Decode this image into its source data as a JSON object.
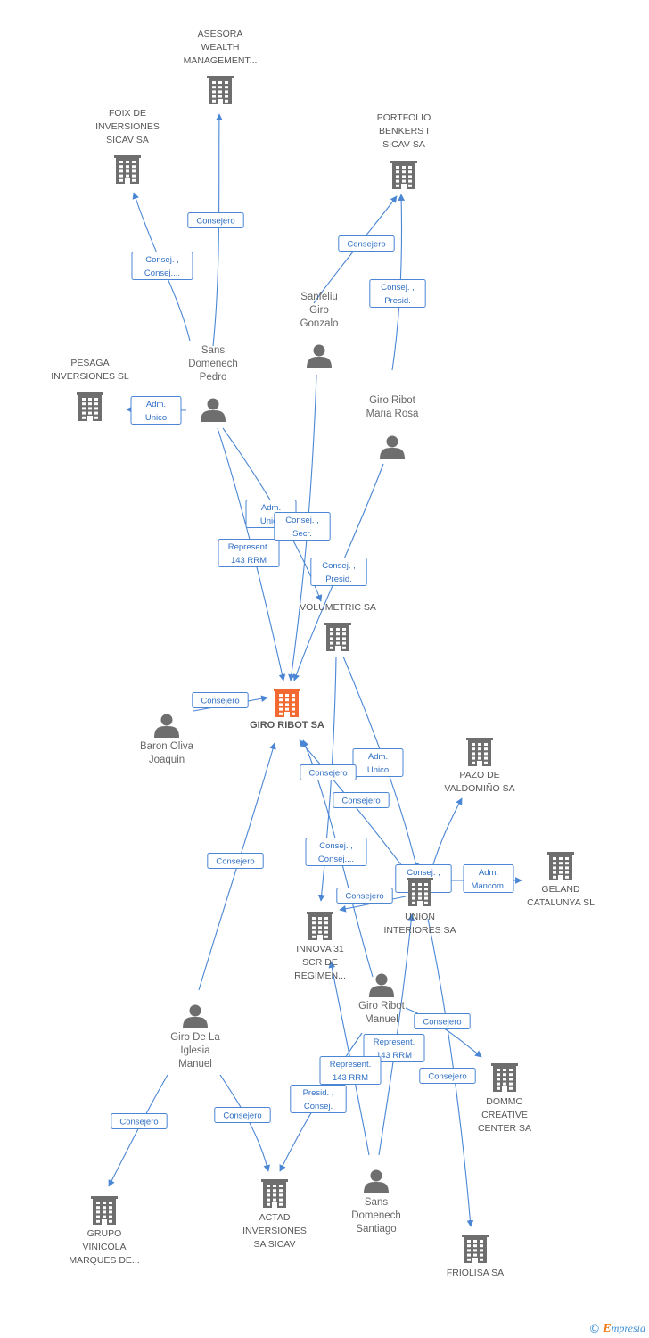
{
  "colors": {
    "edge": "#4a86d4",
    "node": "#6e6e6e",
    "focus": "#f26a32",
    "badge_text": "#2f6fc4"
  },
  "nodes": [
    {
      "id": "asesora",
      "kind": "company",
      "lines": [
        "ASESORA",
        "WEALTH",
        "MANAGEMENT..."
      ]
    },
    {
      "id": "foix",
      "kind": "company",
      "lines": [
        "FOIX DE",
        "INVERSIONES",
        "SICAV SA"
      ]
    },
    {
      "id": "portfolio",
      "kind": "company",
      "lines": [
        "PORTFOLIO",
        "BENKERS I",
        "SICAV SA"
      ]
    },
    {
      "id": "sanfeliu",
      "kind": "person",
      "lines": [
        "Sanfeliu",
        "Giro",
        "Gonzalo"
      ]
    },
    {
      "id": "pesaga",
      "kind": "company",
      "lines": [
        "PESAGA",
        "INVERSIONES SL"
      ]
    },
    {
      "id": "sans_pedro",
      "kind": "person",
      "lines": [
        "Sans",
        "Domenech",
        "Pedro"
      ]
    },
    {
      "id": "maria_rosa",
      "kind": "person",
      "lines": [
        "Giro Ribot",
        "Maria Rosa"
      ]
    },
    {
      "id": "volumetric",
      "kind": "company",
      "lines": [
        "VOLUMETRIC SA"
      ]
    },
    {
      "id": "giro_ribot_sa",
      "kind": "focus",
      "lines": [
        "GIRO RIBOT SA"
      ]
    },
    {
      "id": "baron",
      "kind": "person",
      "lines": [
        "Baron Oliva",
        "Joaquin"
      ]
    },
    {
      "id": "pazo",
      "kind": "company",
      "lines": [
        "PAZO DE",
        "VALDOMIÑO SA"
      ]
    },
    {
      "id": "geland",
      "kind": "company",
      "lines": [
        "GELAND",
        "CATALUNYA SL"
      ]
    },
    {
      "id": "union",
      "kind": "company",
      "lines": [
        "UNION",
        "INTERIORES SA"
      ]
    },
    {
      "id": "innova",
      "kind": "company",
      "lines": [
        "INNOVA 31",
        "SCR DE",
        "REGIMEN..."
      ]
    },
    {
      "id": "manuel",
      "kind": "person",
      "lines": [
        "Giro Ribot",
        "Manuel"
      ]
    },
    {
      "id": "iglesia",
      "kind": "person",
      "lines": [
        "Giro De La",
        "Iglesia",
        "Manuel"
      ]
    },
    {
      "id": "dommo",
      "kind": "company",
      "lines": [
        "DOMMO",
        "CREATIVE",
        "CENTER SA"
      ]
    },
    {
      "id": "grupo",
      "kind": "company",
      "lines": [
        "GRUPO",
        "VINICOLA",
        "MARQUES DE..."
      ]
    },
    {
      "id": "actad",
      "kind": "company",
      "lines": [
        "ACTAD",
        "INVERSIONES",
        "SA SICAV"
      ]
    },
    {
      "id": "santiago",
      "kind": "person",
      "lines": [
        "Sans",
        "Domenech",
        "Santiago"
      ]
    },
    {
      "id": "friolisa",
      "kind": "company",
      "lines": [
        "FRIOLISA SA"
      ]
    }
  ],
  "edges": [
    {
      "from": "sans_pedro",
      "to": "asesora",
      "roles": [
        "Consejero"
      ]
    },
    {
      "from": "sans_pedro",
      "to": "foix",
      "roles": [
        "Consej. ,",
        "Consej...."
      ]
    },
    {
      "from": "sanfeliu",
      "to": "portfolio",
      "roles": [
        "Consejero"
      ]
    },
    {
      "from": "maria_rosa",
      "to": "portfolio",
      "roles": [
        "Consej. ,",
        "Presid."
      ]
    },
    {
      "from": "sans_pedro",
      "to": "pesaga",
      "roles": [
        "Adm.",
        "Unico"
      ]
    },
    {
      "from": "sans_pedro",
      "to": "volumetric",
      "roles": [
        "Adm.",
        "Unico"
      ]
    },
    {
      "from": "sans_pedro",
      "to": "giro_ribot_sa",
      "roles": [
        "Represent.",
        "143 RRM"
      ]
    },
    {
      "from": "sanfeliu",
      "to": "giro_ribot_sa",
      "roles": [
        "Consej. ,",
        "Secr."
      ]
    },
    {
      "from": "maria_rosa",
      "to": "giro_ribot_sa",
      "roles": [
        "Consej. ,",
        "Presid."
      ]
    },
    {
      "from": "baron",
      "to": "giro_ribot_sa",
      "roles": [
        "Consejero"
      ]
    },
    {
      "from": "volumetric",
      "to": "union",
      "roles": [
        "Adm.",
        "Unico"
      ]
    },
    {
      "from": "volumetric",
      "to": "innova",
      "roles": [
        "Consejero"
      ]
    },
    {
      "from": "union",
      "to": "giro_ribot_sa",
      "roles": [
        "Consejero"
      ]
    },
    {
      "from": "manuel",
      "to": "giro_ribot_sa",
      "roles": [
        "Consej. ,",
        "Consej...."
      ]
    },
    {
      "from": "union",
      "to": "pazo",
      "roles": [
        "Consej. ,",
        "Secr."
      ]
    },
    {
      "from": "union",
      "to": "geland",
      "roles": [
        "Adm.",
        "Mancom."
      ]
    },
    {
      "from": "union",
      "to": "innova",
      "roles": [
        "Consejero"
      ]
    },
    {
      "from": "iglesia",
      "to": "giro_ribot_sa",
      "roles": [
        "Consejero"
      ]
    },
    {
      "from": "manuel",
      "to": "dommo",
      "roles": [
        "Consejero"
      ]
    },
    {
      "from": "union",
      "to": "friolisa",
      "roles": [
        "Consejero"
      ]
    },
    {
      "from": "santiago",
      "to": "union",
      "roles": [
        "Represent.",
        "143 RRM"
      ]
    },
    {
      "from": "santiago",
      "to": "innova",
      "roles": [
        "Represent.",
        "143 RRM"
      ]
    },
    {
      "from": "manuel",
      "to": "actad",
      "roles": [
        "Presid. ,",
        "Consej."
      ]
    },
    {
      "from": "iglesia",
      "to": "actad",
      "roles": [
        "Consejero"
      ]
    },
    {
      "from": "iglesia",
      "to": "grupo",
      "roles": [
        "Consejero"
      ]
    }
  ],
  "footer": {
    "copyright": "©",
    "brand_initial": "E",
    "brand_rest": "mpresia"
  }
}
